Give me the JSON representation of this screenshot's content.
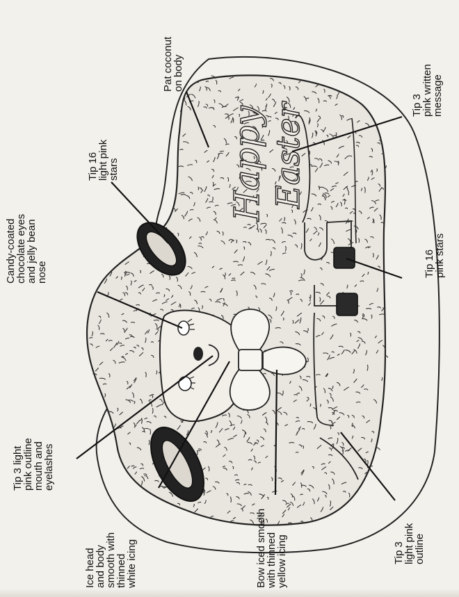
{
  "callouts": [
    {
      "id": "tip16-light-pink-stars",
      "lines": [
        "Tip 16",
        "light pink",
        "stars"
      ]
    },
    {
      "id": "pat-coconut",
      "lines": [
        "Pat coconut",
        "on body"
      ]
    },
    {
      "id": "tip3-pink-message",
      "lines": [
        "Tip 3",
        "pink written",
        "message"
      ]
    },
    {
      "id": "candy-eyes-nose",
      "lines": [
        "Candy-coated",
        "chocolate eyes",
        "and jelly bean",
        "nose"
      ]
    },
    {
      "id": "tip16-pink-stars",
      "lines": [
        "Tip 16",
        "pink stars"
      ]
    },
    {
      "id": "tip3-outline-mouth",
      "lines": [
        "Tip 3 light",
        "pink outline",
        "mouth and",
        "eyelashes"
      ]
    },
    {
      "id": "ice-head-body",
      "lines": [
        "Ice head",
        "and body",
        "smooth with",
        "thinned",
        "white icing"
      ]
    },
    {
      "id": "bow-yellow",
      "lines": [
        "Bow iced smooth",
        "with thinned",
        "yellow icing"
      ]
    },
    {
      "id": "tip3-light-pink-outline",
      "lines": [
        "Tip 3",
        "light pink",
        "outline"
      ]
    }
  ],
  "cake_message": [
    "Happy",
    "Easter"
  ]
}
